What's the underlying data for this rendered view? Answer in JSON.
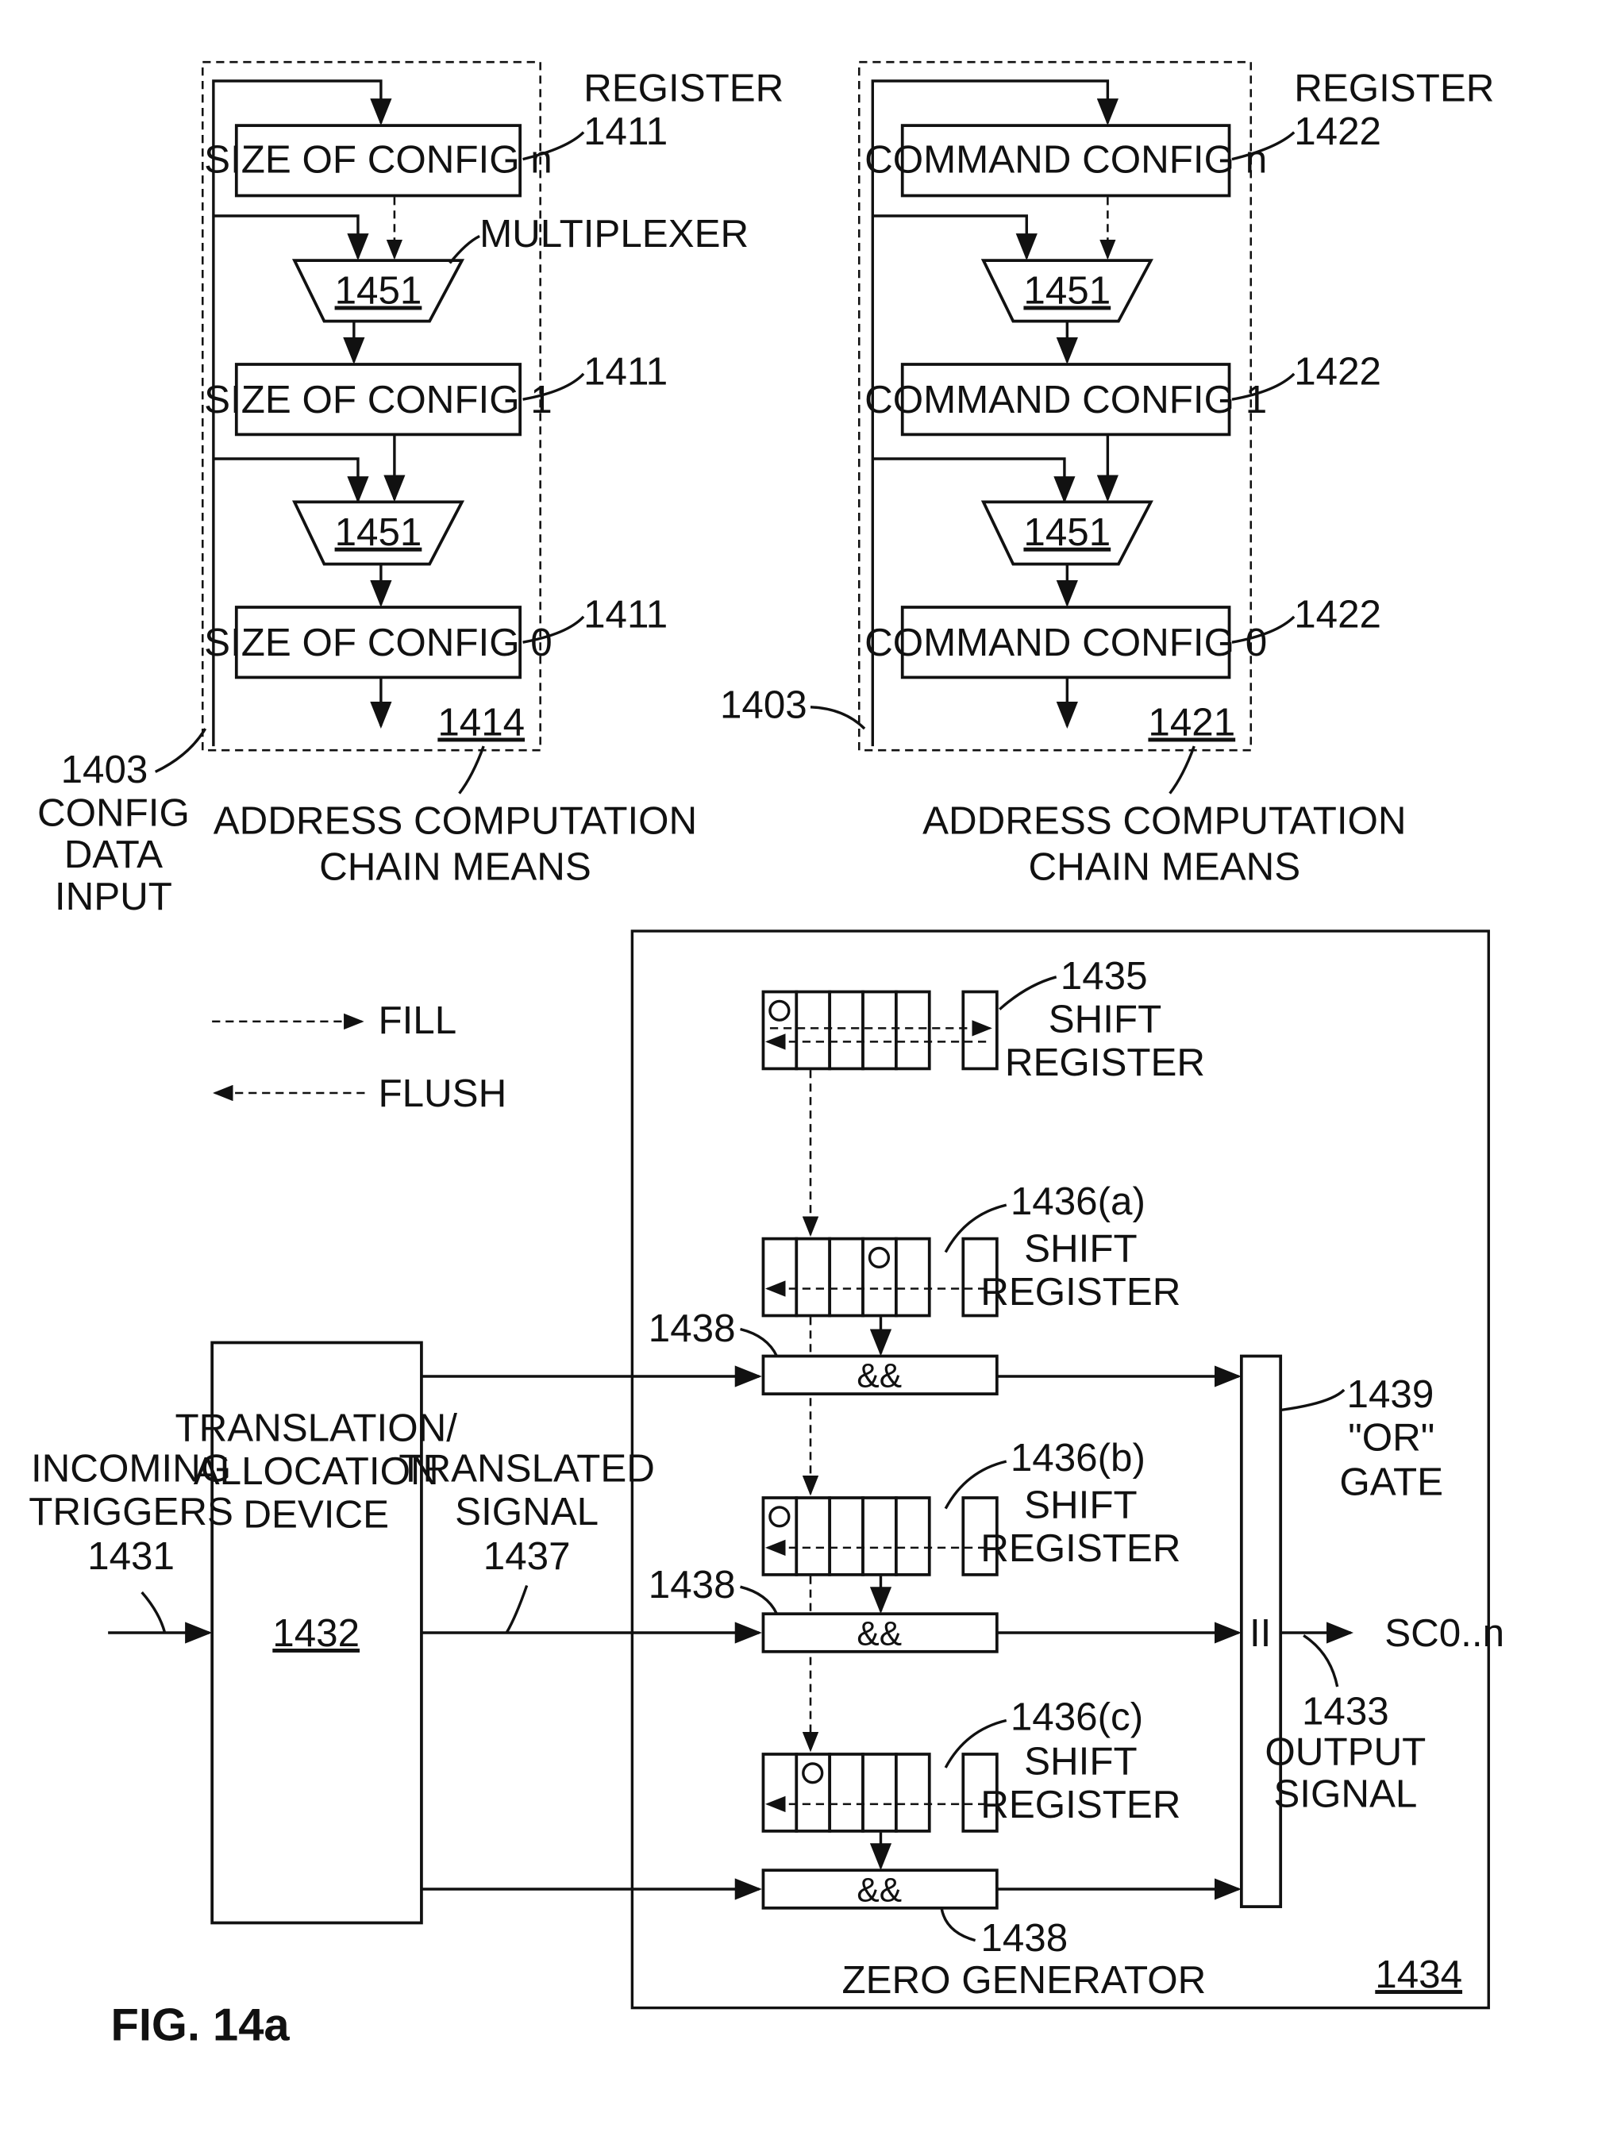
{
  "left_chain": {
    "register_label": "REGISTER",
    "ref_register": "1411",
    "reg_n": "SIZE OF CONFIG n",
    "reg_1": "SIZE OF CONFIG 1",
    "reg_0": "SIZE OF CONFIG 0",
    "mux_label": "MULTIPLEXER",
    "mux_ref": "1451",
    "chain_ref": "1414",
    "chain_label_1": "ADDRESS COMPUTATION",
    "chain_label_2": "CHAIN MEANS",
    "input_ref": "1403",
    "input_label_1": "CONFIG",
    "input_label_2": "DATA",
    "input_label_3": "INPUT"
  },
  "right_chain": {
    "register_label": "REGISTER",
    "ref_register": "1422",
    "reg_n": "COMMAND CONFIG n",
    "reg_1": "COMMAND CONFIG 1",
    "reg_0": "COMMAND CONFIG 0",
    "mux_ref": "1451",
    "chain_ref": "1421",
    "chain_label_1": "ADDRESS COMPUTATION",
    "chain_label_2": "CHAIN MEANS",
    "input_ref": "1403"
  },
  "legend": {
    "fill": "FILL",
    "flush": "FLUSH"
  },
  "bottom": {
    "incoming_1": "INCOMING",
    "incoming_2": "TRIGGERS",
    "incoming_ref": "1431",
    "device_1": "TRANSLATION/",
    "device_2": "ALLOCATION",
    "device_3": "DEVICE",
    "device_ref": "1432",
    "translated_1": "TRANSLATED",
    "translated_2": "SIGNAL",
    "translated_ref": "1437",
    "sr_1435": "1435",
    "sr_a": "1436(a)",
    "sr_b": "1436(b)",
    "sr_c": "1436(c)",
    "shift": "SHIFT",
    "register": "REGISTER",
    "and_ref": "1438",
    "and_symbol": "&&",
    "zero_gen": "ZERO GENERATOR",
    "or_ref": "1439",
    "or_1": "\"OR\"",
    "or_2": "GATE",
    "or_symbol": "II",
    "output": "SC0..n",
    "output_ref": "1433",
    "output_1": "OUTPUT",
    "output_2": "SIGNAL",
    "block_ref": "1434"
  },
  "figure_label": "FIG. 14a"
}
